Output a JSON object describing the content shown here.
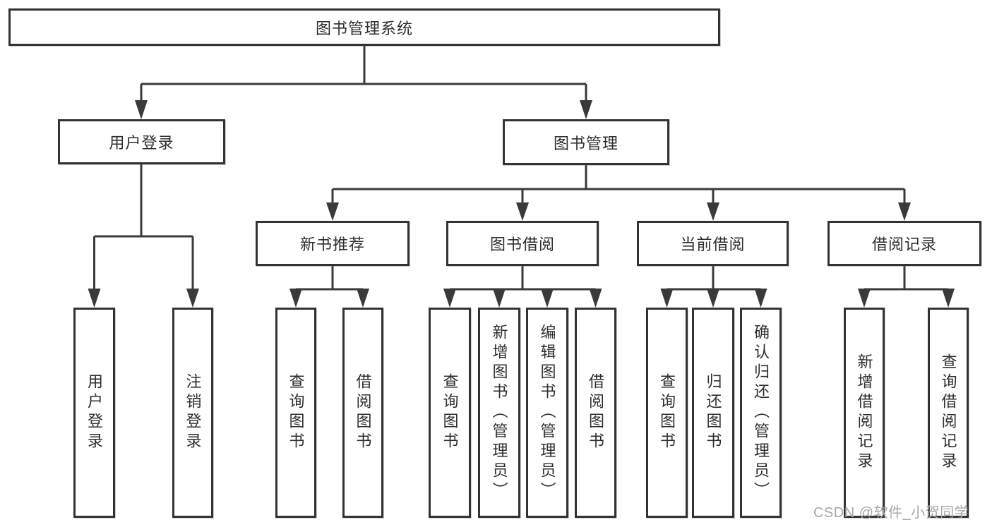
{
  "diagram_title": "图书管理系统",
  "watermark": "CSDN @软件_小贺同学",
  "colors": {
    "line": "#3a3a3a",
    "box_border": "#333333",
    "text": "#2e2e2e",
    "background": "#ffffff",
    "watermark_text": "#a7a7a7"
  },
  "tree": {
    "label": "图书管理系统",
    "children": [
      {
        "label": "用户登录",
        "children": [
          {
            "label": "用户登录"
          },
          {
            "label": "注销登录"
          }
        ]
      },
      {
        "label": "图书管理",
        "children": [
          {
            "label": "新书推荐",
            "children": [
              {
                "label": "查询图书"
              },
              {
                "label": "借阅图书"
              }
            ]
          },
          {
            "label": "图书借阅",
            "children": [
              {
                "label": "查询图书"
              },
              {
                "label": "新增图书（管理员）"
              },
              {
                "label": "编辑图书（管理员）"
              },
              {
                "label": "借阅图书"
              }
            ]
          },
          {
            "label": "当前借阅",
            "children": [
              {
                "label": "查询图书"
              },
              {
                "label": "归还图书"
              },
              {
                "label": "确认归还（管理员）"
              }
            ]
          },
          {
            "label": "借阅记录",
            "children": [
              {
                "label": "新增借阅记录"
              },
              {
                "label": "查询借阅记录"
              }
            ]
          }
        ]
      }
    ]
  }
}
